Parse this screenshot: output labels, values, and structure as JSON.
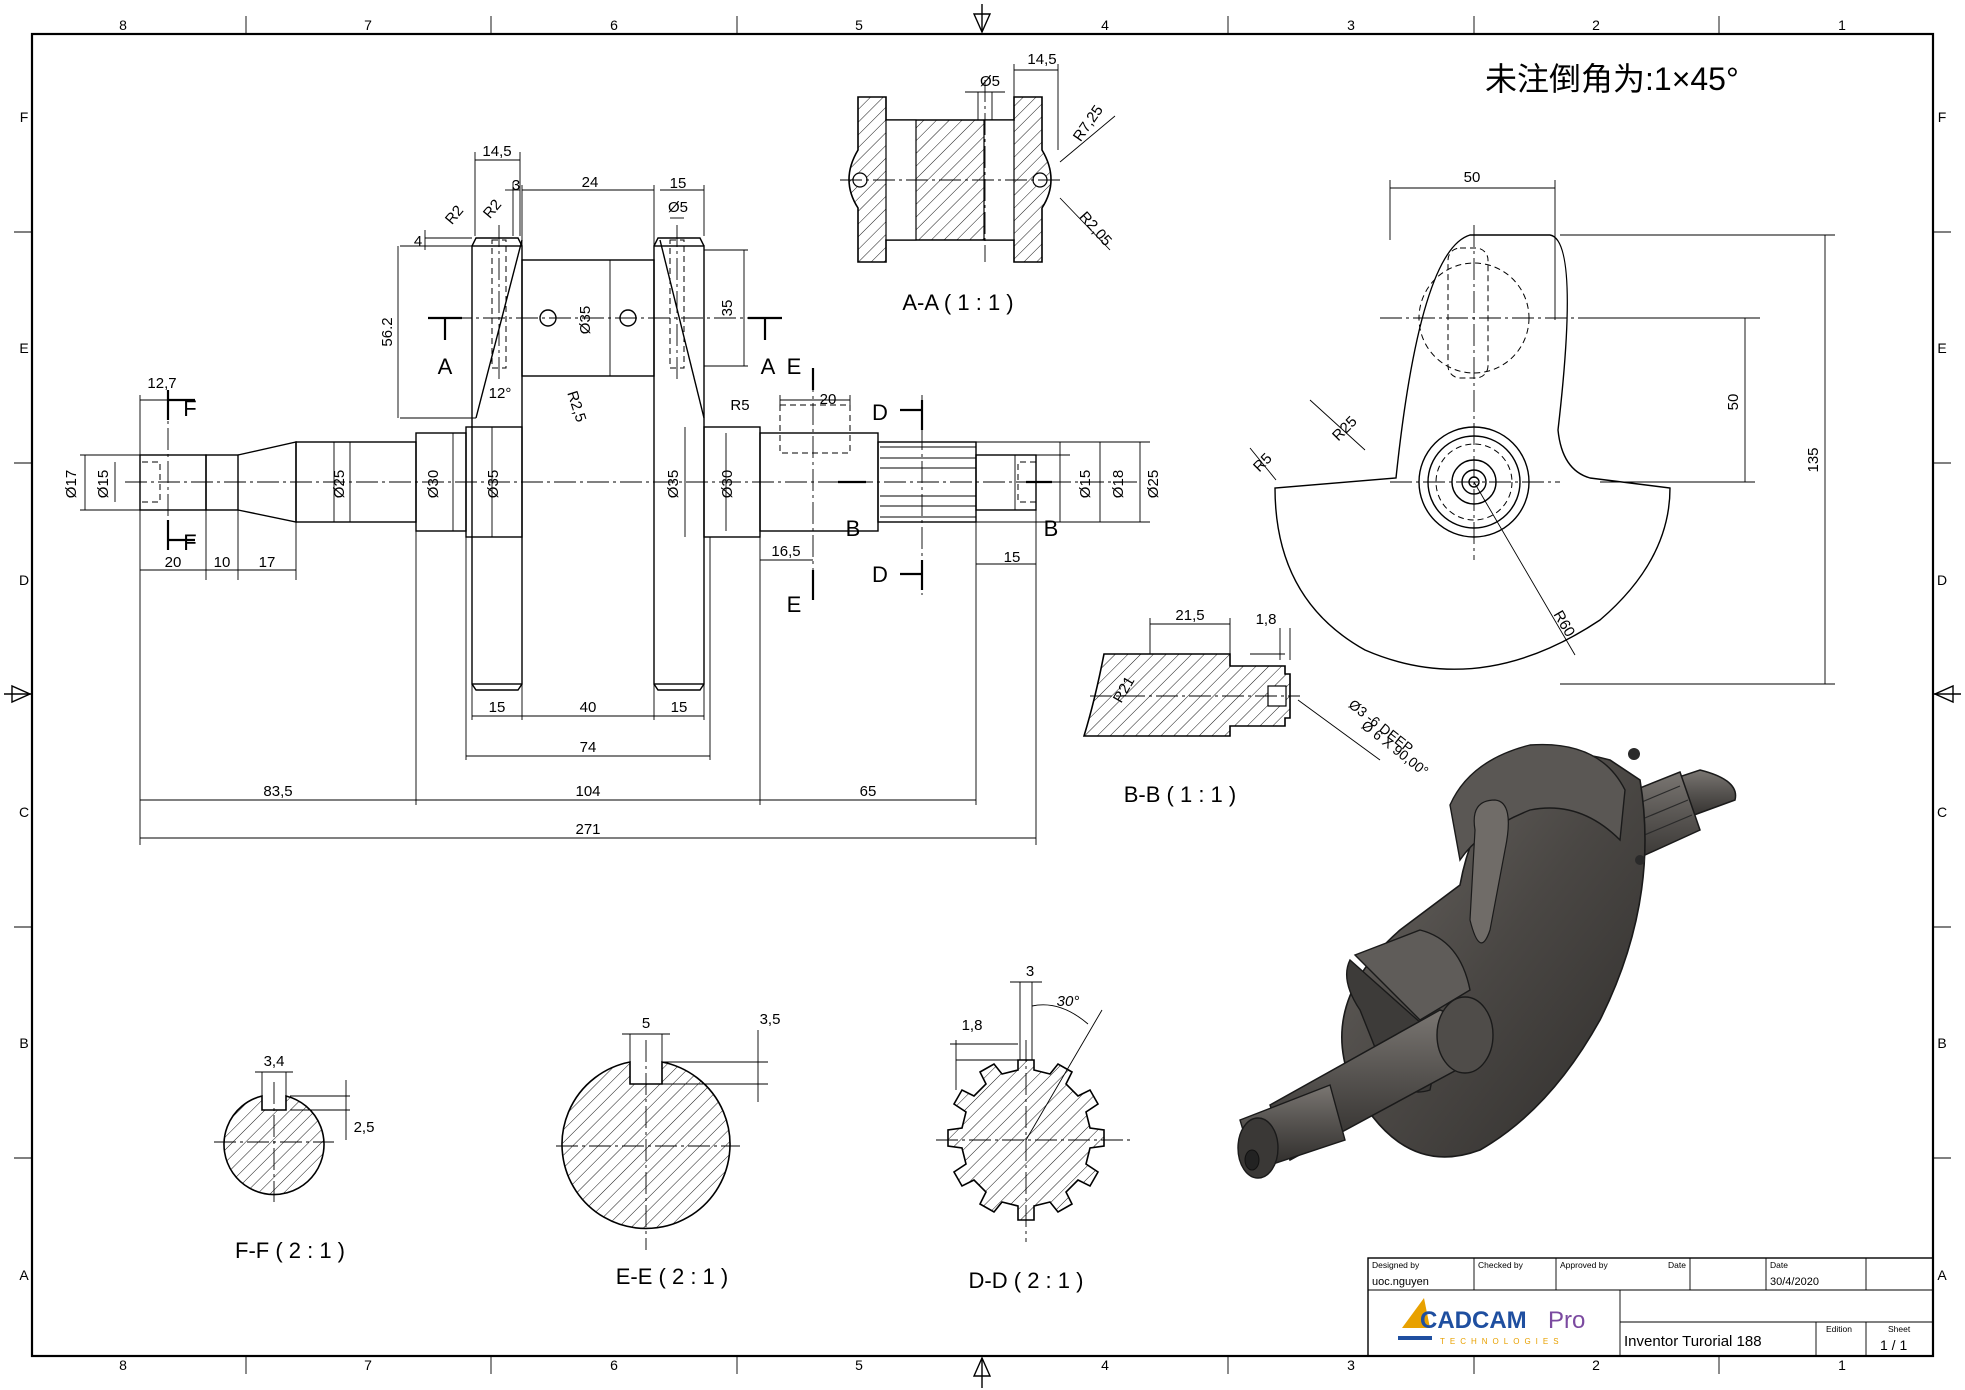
{
  "title_note": "未注倒角为:1×45°",
  "border": {
    "columns": [
      "8",
      "7",
      "6",
      "5",
      "4",
      "3",
      "2",
      "1"
    ],
    "rows": [
      "F",
      "E",
      "D",
      "C",
      "B",
      "A"
    ]
  },
  "views": {
    "aa": "A-A ( 1 : 1 )",
    "bb": "B-B ( 1 : 1 )",
    "ee": "E-E ( 2 : 1 )",
    "ff": "F-F ( 2 : 1 )",
    "dd": "D-D ( 2 : 1 )"
  },
  "section_letters": {
    "a": "A",
    "b": "B",
    "d": "D",
    "e": "E",
    "f": "F"
  },
  "dims_main": {
    "d12_7": "12,7",
    "d14_5": "14,5",
    "d3": "3",
    "d24": "24",
    "d15t": "15",
    "r2a": "R2",
    "r2b": "R2",
    "d4": "4",
    "d56": "56.2",
    "phi35c": "Ø35",
    "d35": "35",
    "phi5": "Ø5",
    "a12": "12°",
    "r2_5": "R2,5",
    "r5": "R5",
    "d20e": "20",
    "phi17": "Ø17",
    "phi15": "Ø15",
    "phi25": "Ø25",
    "phi30a": "Ø30",
    "phi35a": "Ø35",
    "phi35b": "Ø35",
    "phi30b": "Ø30",
    "phi15b": "Ø15",
    "phi18": "Ø18",
    "phi25b": "Ø25",
    "d20": "20",
    "d10": "10",
    "d17": "17",
    "d16_5": "16,5",
    "d15r": "15",
    "d15a": "15",
    "d40": "40",
    "d15b": "15",
    "d74": "74",
    "d83_5": "83,5",
    "d104": "104",
    "d65": "65",
    "d271": "271"
  },
  "dims_aa": {
    "phi5": "Ø5",
    "d14_5": "14,5",
    "r7_25": "R7,25",
    "r2_05": "R2,05"
  },
  "dims_side": {
    "d50t": "50",
    "d50v": "50",
    "d135": "135",
    "r25": "R25",
    "r5": "R5",
    "r60": "R60"
  },
  "dims_bb": {
    "d21_5": "21,5",
    "d1_8": "1,8",
    "r21": "R21",
    "note1": "Ø3 -6 DEEP",
    "note2": "Ø 6 X 90,00°"
  },
  "dims_ff": {
    "d3_4": "3,4",
    "d2_5": "2,5"
  },
  "dims_ee": {
    "d5": "5",
    "d3_5": "3,5"
  },
  "dims_dd": {
    "d3": "3",
    "d30": "30°",
    "d1_8": "1,8"
  },
  "title_block": {
    "designed_by_label": "Designed by",
    "designed_by": "uoc.nguyen",
    "checked_by_label": "Checked by",
    "approved_by_label": "Approved by",
    "date_label": "Date",
    "date2_label": "Date",
    "date": "30/4/2020",
    "logo_main": "CADCAM",
    "logo_pro": "Pro",
    "logo_sub": "TECHNOLOGIES",
    "drawing_title": "Inventor Turorial 188",
    "edition_label": "Edition",
    "sheet_label": "Sheet",
    "sheet": "1 / 1"
  },
  "colors": {
    "line": "#000000",
    "model": "#4a4744",
    "logo_blue": "#1f4fa0",
    "logo_orange": "#e8a100",
    "logo_purple": "#7b4aa0"
  }
}
